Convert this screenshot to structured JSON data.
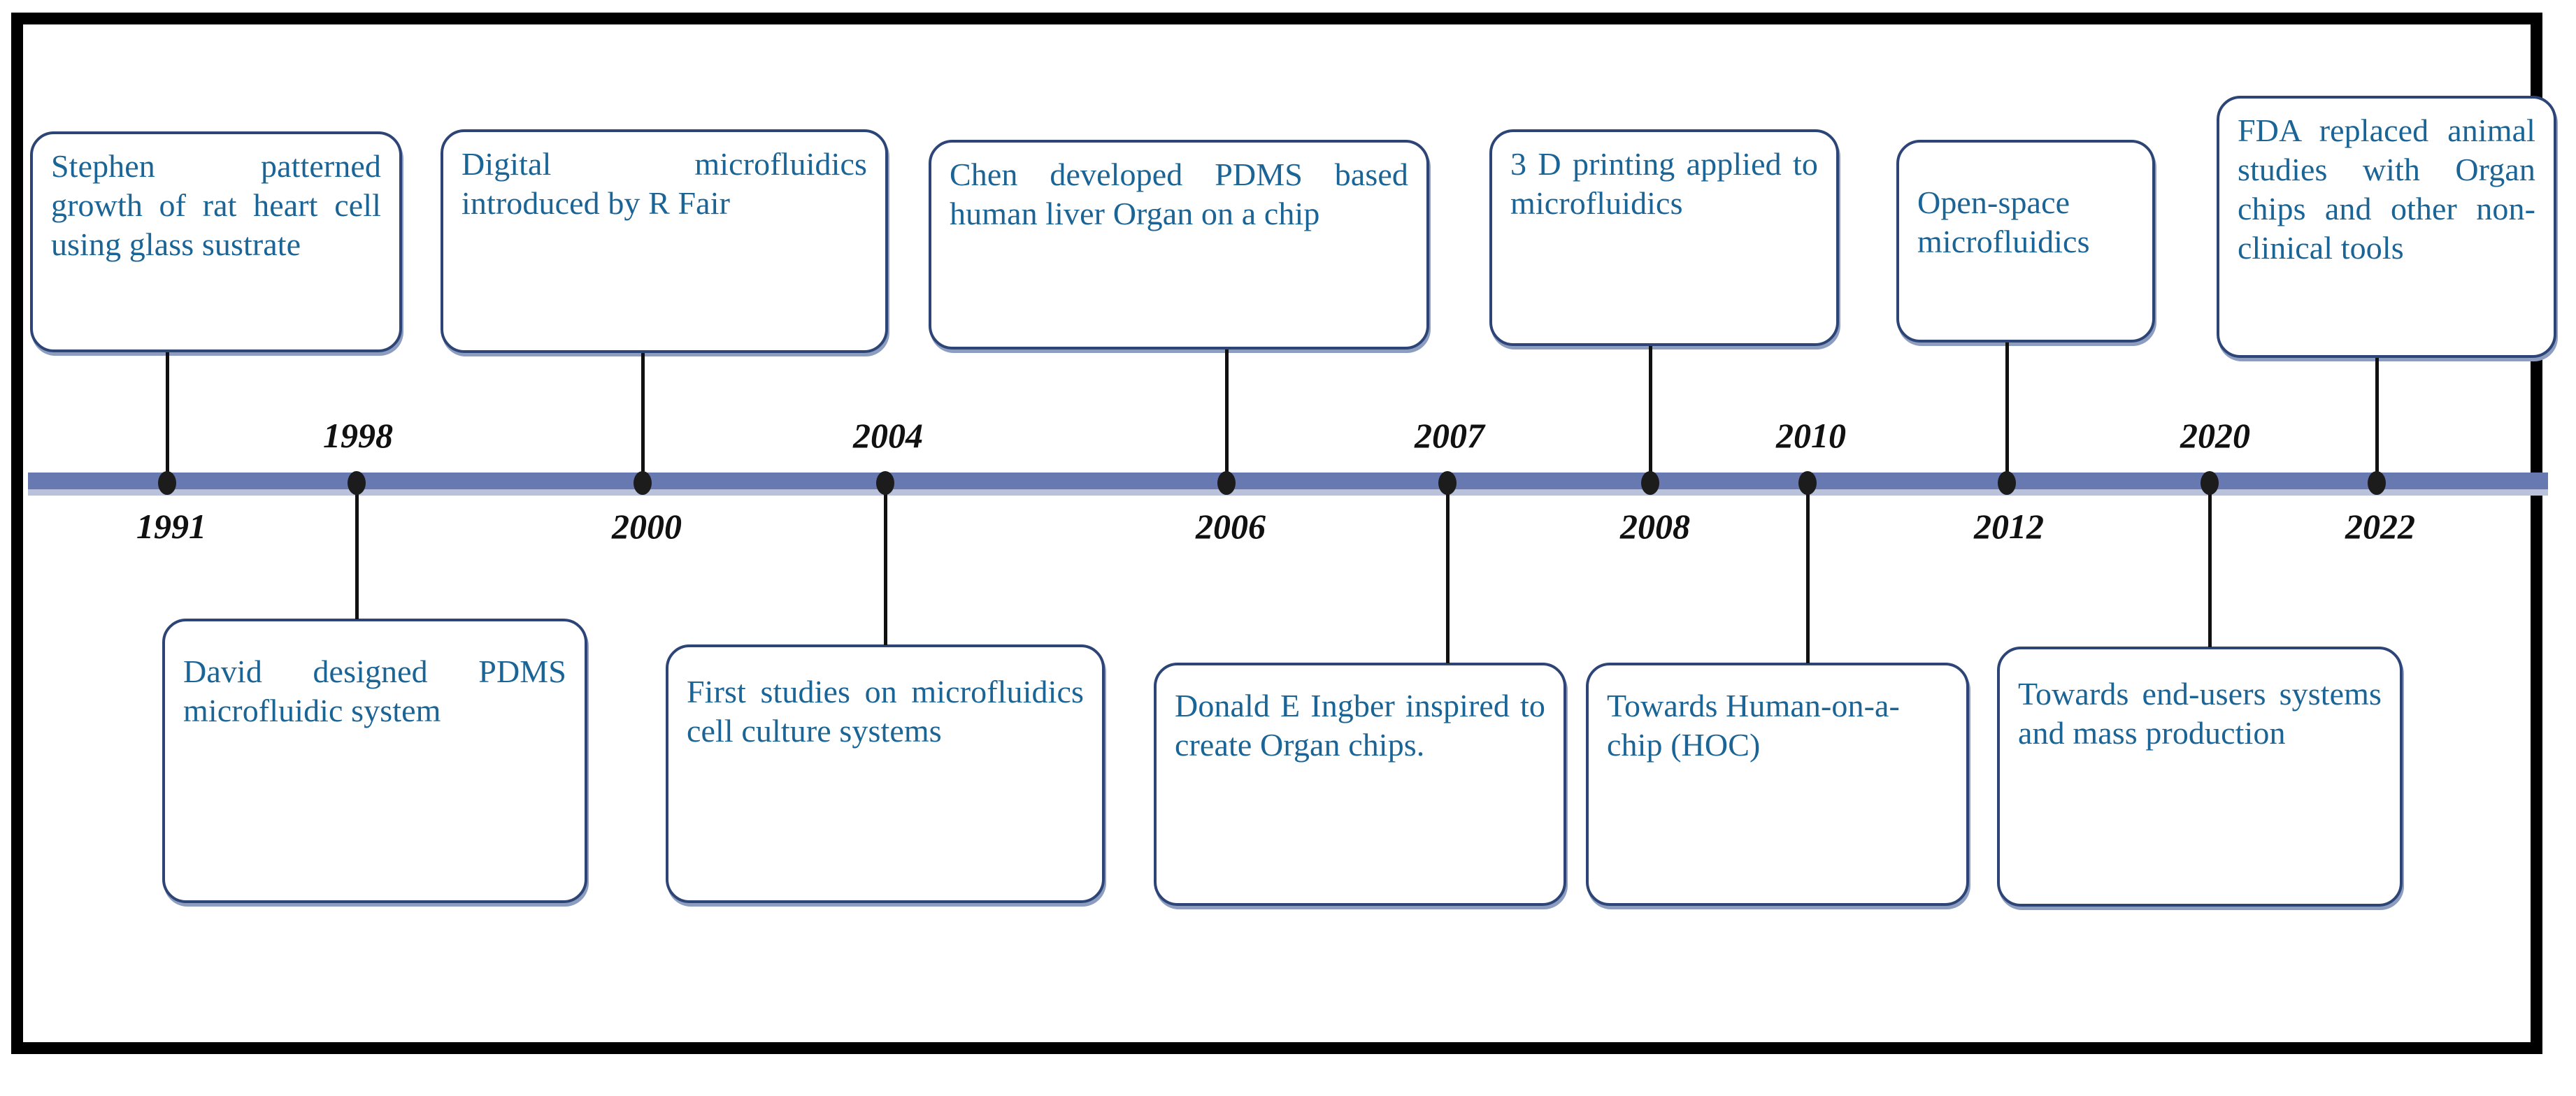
{
  "diagram": {
    "type": "timeline",
    "title": "",
    "accent_bar_color": "#6878B0",
    "card_border_color": "#2C4576",
    "card_text_color": "#1A6496",
    "frame_color": "#000000",
    "marker_color": "#1C1C1C"
  },
  "timeline": {
    "years_above": [
      "1998",
      "2004",
      "2007",
      "2010",
      "2020"
    ],
    "years_below": [
      "1991",
      "2000",
      "2006",
      "2008",
      "2012",
      "2022"
    ],
    "milestones": [
      {
        "year": "1991",
        "position": "below",
        "card_side": "top",
        "text": "Stephen patterned growth of rat heart cell using glass sustrate"
      },
      {
        "year": "1998",
        "position": "above",
        "card_side": "bottom",
        "text": "David designed PDMS microfluidic system"
      },
      {
        "year": "2000",
        "position": "below",
        "card_side": "top",
        "text": "Digital microfluidics introduced by R Fair"
      },
      {
        "year": "2004",
        "position": "above",
        "card_side": "bottom",
        "text": "First studies on microfluidics cell culture systems"
      },
      {
        "year": "2006",
        "position": "below",
        "card_side": "top",
        "text": "Chen developed PDMS based human liver Organ on a chip"
      },
      {
        "year": "2007",
        "position": "above",
        "card_side": "bottom",
        "text": "Donald E Ingber inspired to create Organ chips."
      },
      {
        "year": "2008",
        "position": "below",
        "card_side": "top",
        "text": "3 D printing applied to microfluidics"
      },
      {
        "year": "2010",
        "position": "above",
        "card_side": "bottom",
        "text": "Towards Human-on-a-chip (HOC)"
      },
      {
        "year": "2012",
        "position": "below",
        "card_side": "top",
        "text": "Open-space microfluidics"
      },
      {
        "year": "2020",
        "position": "above",
        "card_side": "bottom",
        "text": "Towards end-users systems and mass production"
      },
      {
        "year": "2022",
        "position": "below",
        "card_side": "top",
        "text": "FDA replaced animal studies with Organ chips and other non-clinical tools"
      }
    ],
    "top_cards": [
      {
        "id": "top-1",
        "text": "Stephen patterned growth of rat heart cell using glass sustrate",
        "year": "1991"
      },
      {
        "id": "top-2",
        "text": "Digital microfluidics introduced by R Fair",
        "year": "2000"
      },
      {
        "id": "top-3",
        "text": "Chen developed PDMS based human liver Organ on a chip",
        "year": "2006"
      },
      {
        "id": "top-4",
        "text": "3 D printing applied to microfluidics",
        "year": "2008"
      },
      {
        "id": "top-5",
        "text": "Open-space microfluidics",
        "year": "2012"
      },
      {
        "id": "top-6",
        "text": "FDA replaced animal studies with Organ chips and other non-clinical tools",
        "year": "2022"
      }
    ],
    "bottom_cards": [
      {
        "id": "bottom-1",
        "text": "David designed PDMS microfluidic system",
        "year": "1998"
      },
      {
        "id": "bottom-2",
        "text": "First studies on microfluidics cell culture systems",
        "year": "2004"
      },
      {
        "id": "bottom-3",
        "text": "Donald E Ingber inspired to create Organ chips.",
        "year": "2007"
      },
      {
        "id": "bottom-4",
        "text": "Towards Human-on-a-chip (HOC)",
        "year": "2010"
      },
      {
        "id": "bottom-5",
        "text": "Towards end-users systems and mass production",
        "year": "2020"
      }
    ],
    "year_labels": [
      {
        "text": "1991",
        "placement": "below"
      },
      {
        "text": "1998",
        "placement": "above"
      },
      {
        "text": "2000",
        "placement": "below"
      },
      {
        "text": "2004",
        "placement": "above"
      },
      {
        "text": "2006",
        "placement": "below"
      },
      {
        "text": "2007",
        "placement": "above"
      },
      {
        "text": "2008",
        "placement": "below"
      },
      {
        "text": "2010",
        "placement": "above"
      },
      {
        "text": "2012",
        "placement": "below"
      },
      {
        "text": "2020",
        "placement": "above"
      },
      {
        "text": "2022",
        "placement": "below"
      }
    ]
  }
}
